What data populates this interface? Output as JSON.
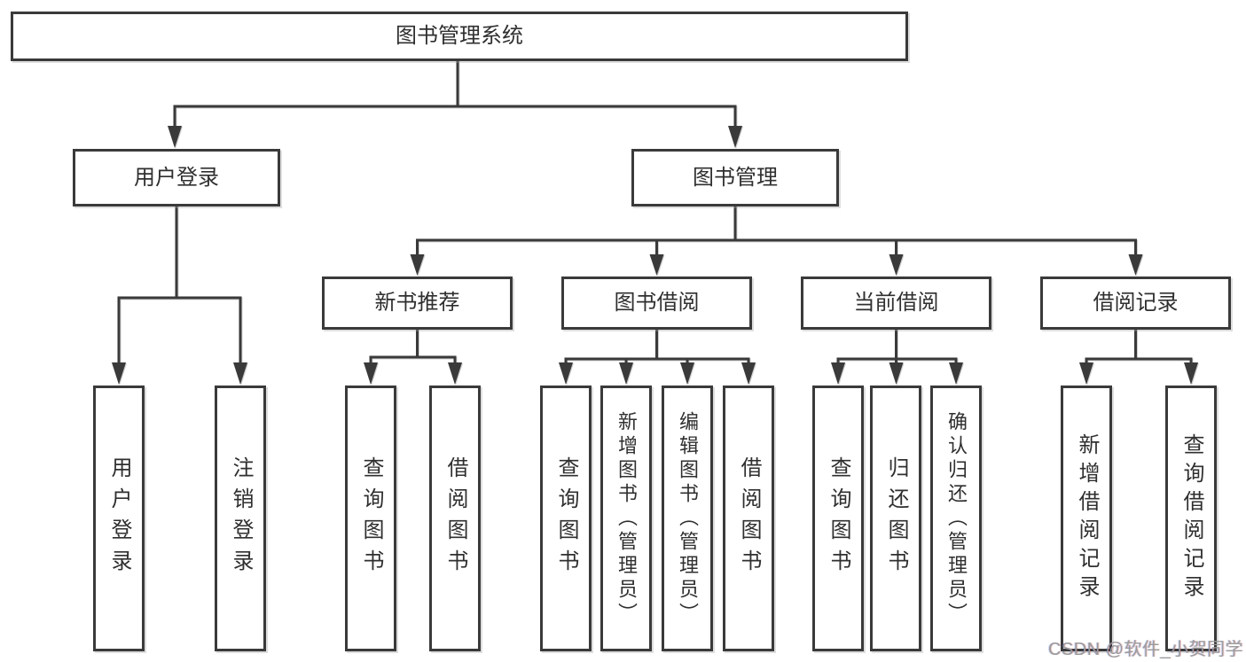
{
  "diagram": {
    "root": {
      "label": "图书管理系统"
    },
    "level2": [
      {
        "label": "用户登录"
      },
      {
        "label": "图书管理"
      }
    ],
    "level3": [
      {
        "label": "新书推荐"
      },
      {
        "label": "图书借阅"
      },
      {
        "label": "当前借阅"
      },
      {
        "label": "借阅记录"
      }
    ],
    "leaves": {
      "user_login": [
        {
          "label": "用户登录"
        },
        {
          "label": "注销登录"
        }
      ],
      "new_book": [
        {
          "label": "查询图书"
        },
        {
          "label": "借阅图书"
        }
      ],
      "book_borrow": [
        {
          "label": "查询图书"
        },
        {
          "label": "新增图书（管理员）"
        },
        {
          "label": "编辑图书（管理员）"
        },
        {
          "label": "借阅图书"
        }
      ],
      "current_borrow": [
        {
          "label": "查询图书"
        },
        {
          "label": "归还图书"
        },
        {
          "label": "确认归还（管理员）"
        }
      ],
      "borrow_records": [
        {
          "label": "新增借阅记录"
        },
        {
          "label": "查询借阅记录"
        }
      ]
    }
  },
  "watermark": {
    "text": "CSDN @软件_小贺同学"
  },
  "colors": {
    "line": "#3a3a3a",
    "text": "#2f2f2f",
    "background": "#ffffff",
    "watermark": "#9b9b9b"
  }
}
